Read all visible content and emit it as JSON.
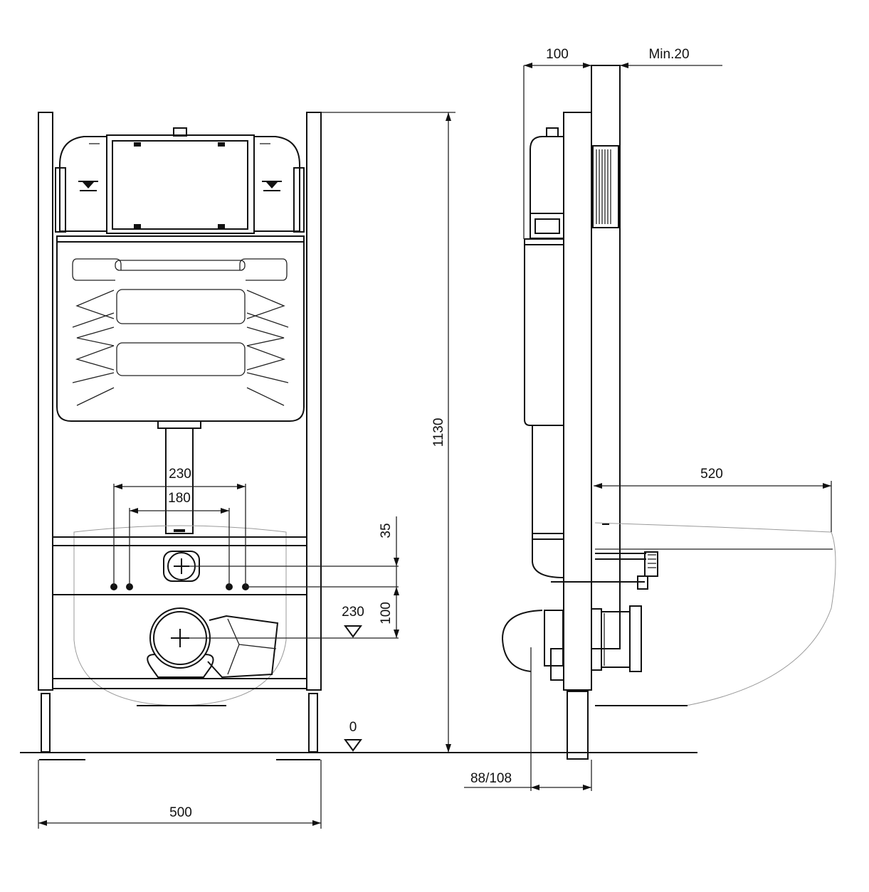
{
  "drawing": {
    "front_view": {
      "dimensions": {
        "total_width": "500",
        "pipe_spacing_outer": "230",
        "pipe_spacing_inner": "180",
        "offset_small": "35",
        "offset_large": "100",
        "waste_height": "230",
        "total_height": "1130",
        "floor_level": "0"
      }
    },
    "side_view": {
      "dimensions": {
        "frame_depth": "100",
        "wall_min": "Min.20",
        "bowl_projection": "520",
        "waste_offset": "88/108"
      }
    }
  }
}
